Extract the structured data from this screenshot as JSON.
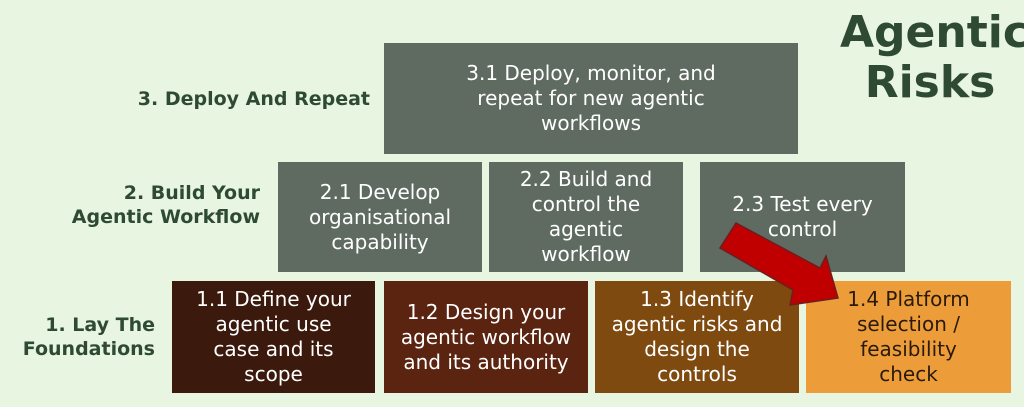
{
  "title": "Agentic Risks",
  "levels": [
    {
      "label": "3. Deploy And Repeat",
      "boxes": [
        {
          "text": "3.1 Deploy, monitor, and repeat for new agentic workflows"
        }
      ]
    },
    {
      "label": "2. Build Your Agentic Workflow",
      "boxes": [
        {
          "text": "2.1 Develop organisational capability"
        },
        {
          "text": "2.2 Build and control the agentic workflow"
        },
        {
          "text": "2.3 Test every control"
        }
      ]
    },
    {
      "label": "1. Lay The Foundations",
      "boxes": [
        {
          "text": "1.1 Define your agentic use case and its scope"
        },
        {
          "text": "1.2 Design your agentic workflow and its authority"
        },
        {
          "text": "1.3 Identify agentic risks and design the controls"
        },
        {
          "text": "1.4 Platform selection / feasibility check"
        }
      ]
    }
  ],
  "colors": {
    "background": "#e8f5e1",
    "gray": "#5f6b61",
    "box11": "#3b1a0d",
    "box12": "#5a2410",
    "box13": "#7f4a10",
    "box14": "#ec9d3a",
    "arrow": "#c00000"
  }
}
